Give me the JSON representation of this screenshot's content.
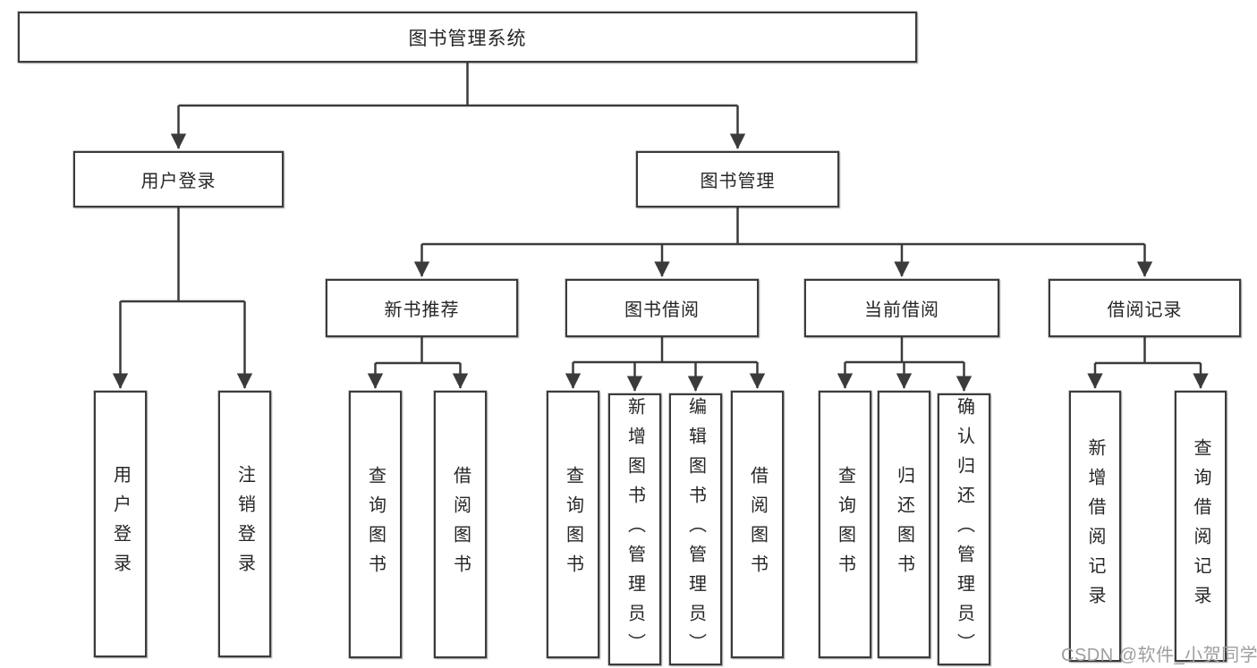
{
  "tree": {
    "label": "图书管理系统",
    "children": [
      {
        "label": "用户登录",
        "children": [
          {
            "label": "用户登录"
          },
          {
            "label": "注销登录"
          }
        ]
      },
      {
        "label": "图书管理",
        "children": [
          {
            "label": "新书推荐",
            "children": [
              {
                "label": "查询图书"
              },
              {
                "label": "借阅图书"
              }
            ]
          },
          {
            "label": "图书借阅",
            "children": [
              {
                "label": "查询图书"
              },
              {
                "label": "新增图书（管理员）"
              },
              {
                "label": "编辑图书（管理员）"
              },
              {
                "label": "借阅图书"
              }
            ]
          },
          {
            "label": "当前借阅",
            "children": [
              {
                "label": "查询图书"
              },
              {
                "label": "归还图书"
              },
              {
                "label": "确认归还（管理员）"
              }
            ]
          },
          {
            "label": "借阅记录",
            "children": [
              {
                "label": "新增借阅记录"
              },
              {
                "label": "查询借阅记录"
              }
            ]
          }
        ]
      }
    ]
  },
  "watermark": {
    "text": "CSDN @软件_小贺同学"
  },
  "colors": {
    "line": "#3b3b3b",
    "box_border": "#3b3b3b",
    "text": "#262626",
    "watermark": "#9e9e9e",
    "background": "#ffffff"
  }
}
